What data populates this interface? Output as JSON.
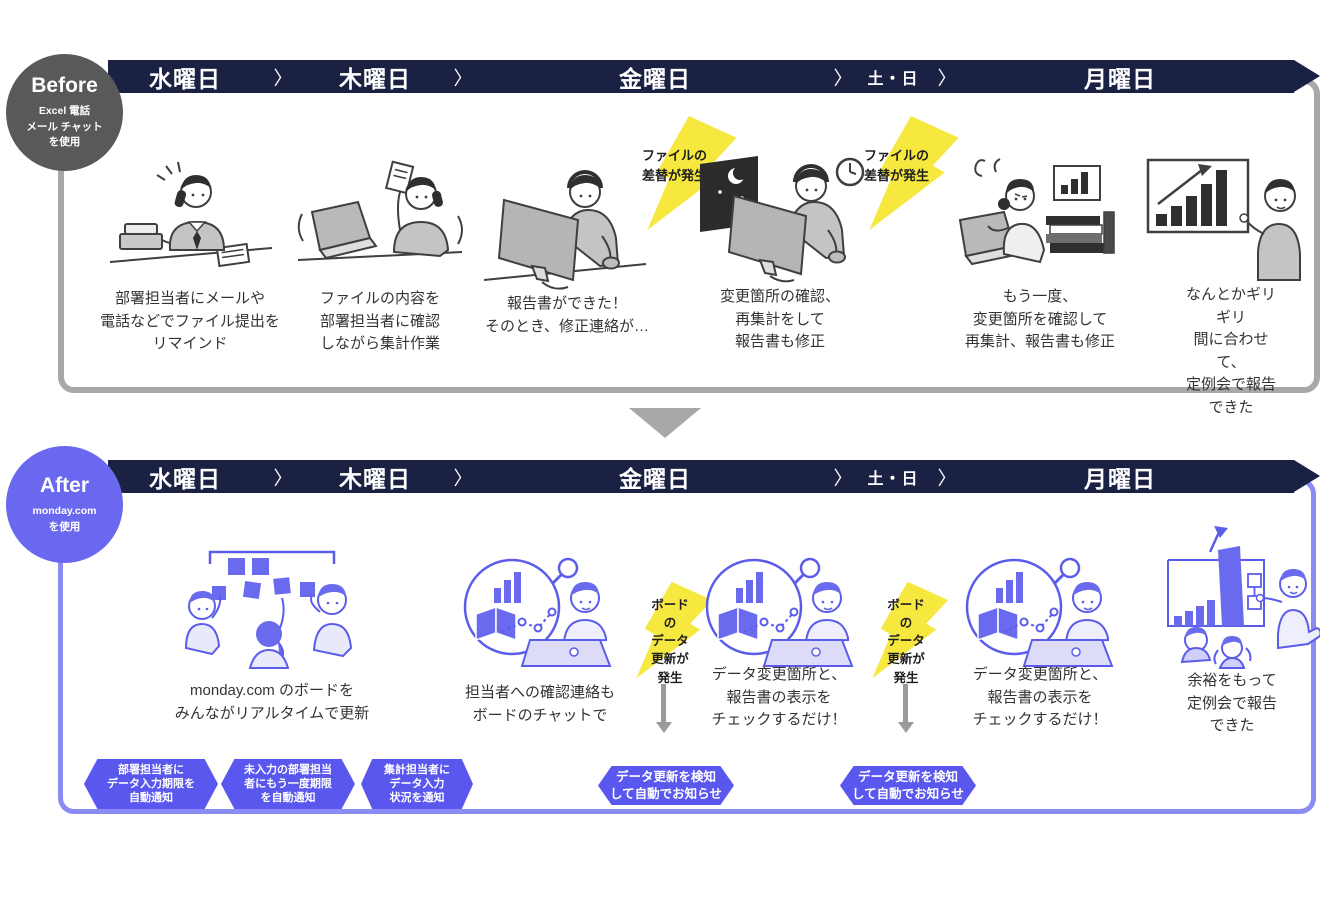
{
  "chevron": "〉",
  "before": {
    "badge": {
      "title": "Before",
      "subtitle": "Excel 電話\nメール チャット\nを使用"
    },
    "days": [
      "水曜日",
      "木曜日",
      "金曜日",
      "土・日",
      "月曜日"
    ],
    "steps": [
      {
        "icon": "phone-reminder-illustration",
        "caption": "部署担当者にメールや\n電話などでファイル提出を\nリマインド"
      },
      {
        "icon": "file-check-illustration",
        "caption": "ファイルの内容を\n部署担当者に確認\nしながら集計作業"
      },
      {
        "icon": "report-done-illustration",
        "caption": "報告書ができた！\nそのとき、修正連絡が…"
      },
      {
        "icon": "night-rework-illustration",
        "caption": "変更箇所の確認、\n再集計をして\n報告書も修正"
      },
      {
        "icon": "stressed-rework-illustration",
        "caption": "もう一度、\n変更箇所を確認して\n再集計、報告書も修正"
      },
      {
        "icon": "deadline-presentation-illustration",
        "caption": "なんとかギリギリ\n間に合わせて、\n定例会で報告できた"
      }
    ],
    "alerts": [
      "ファイルの\n差替が発生",
      "ファイルの\n差替が発生"
    ]
  },
  "after": {
    "badge": {
      "title": "After",
      "subtitle": "monday.com\nを使用"
    },
    "days": [
      "水曜日",
      "木曜日",
      "金曜日",
      "土・日",
      "月曜日"
    ],
    "steps": [
      {
        "icon": "board-realtime-illustration",
        "caption": "monday.com のボードを\nみんながリアルタイムで更新"
      },
      {
        "icon": "board-chat-illustration",
        "caption": "担当者への確認連絡も\nボードのチャットで"
      },
      {
        "icon": "data-check-illustration",
        "caption": "データ変更箇所と、\n報告書の表示を\nチェックするだけ！"
      },
      {
        "icon": "data-check-illustration",
        "caption": "データ変更箇所と、\n報告書の表示を\nチェックするだけ！"
      },
      {
        "icon": "relaxed-presentation-illustration",
        "caption": "余裕をもって\n定例会で報告できた"
      }
    ],
    "alerts": [
      "ボードの\nデータ\n更新が発生",
      "ボードの\nデータ\n更新が発生"
    ],
    "notifications": [
      "部署担当者に\nデータ入力期限を\n自動通知",
      "未入力の部署担当\n者にもう一度期限\nを自動通知",
      "集計担当者に\nデータ入力\n状況を通知",
      "データ更新を検知\nして自動でお知らせ",
      "データ更新を検知\nして自動でお知らせ"
    ]
  },
  "colors": {
    "timeline_navy": "#1b2142",
    "before_badge_gray": "#58595b",
    "before_border_gray": "#a8a8a8",
    "after_badge_purple": "#6a68ee",
    "after_border_purple": "#8b8cf3",
    "alert_yellow": "#f6e83e",
    "notification_purple": "#5a57ee",
    "illustration_purple": "#5b5dea"
  }
}
